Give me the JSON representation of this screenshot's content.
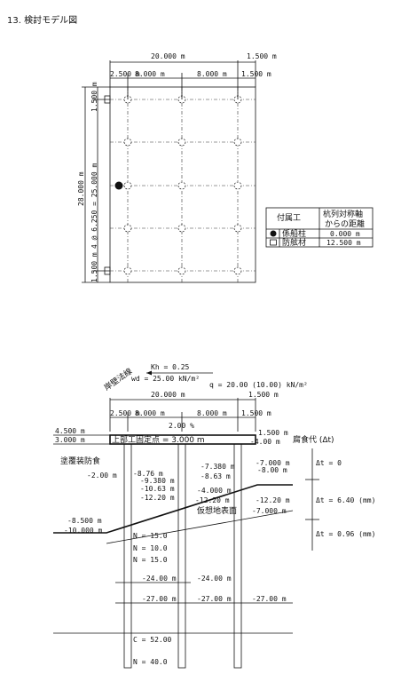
{
  "title": "13. 検討モデル図",
  "plan": {
    "top_dims": [
      "20.000 m",
      "1.500 m"
    ],
    "sub_dims": [
      "2.500 m",
      "8.000 m",
      "8.000 m",
      "1.500 m"
    ],
    "left_dims": [
      "1.500 m",
      "28.000 m",
      "4 @ 6.250 = 25.000 m",
      "1.500 m"
    ],
    "legend": {
      "header": [
        "付属工",
        "杭列対称軸",
        "からの距離"
      ],
      "rows": [
        {
          "name": "係船柱",
          "dist": "0.000 m"
        },
        {
          "name": "防舷材",
          "dist": "12.500 m"
        }
      ]
    }
  },
  "section": {
    "kh": "Kh = 0.25",
    "wd": "wd = 25.00 kN/m²",
    "q": "q = 20.00 (10.00) kN/m²",
    "shoreline": "岸壁法線",
    "top_dims": [
      "20.000 m",
      "1.500 m"
    ],
    "sub_dims": [
      "2.500 m",
      "8.000 m",
      "8.000 m",
      "1.500 m"
    ],
    "slope": "2.00 %",
    "left_levels": [
      "4.500 m",
      "3.000 m"
    ],
    "deck_label": "上部工固定点 = 3.000 m",
    "right_top": [
      "1.500 m",
      "-4.00 m"
    ],
    "corrosion_title": "腐食代 (Δt)",
    "coating": "塗覆装防食",
    "corrosion": [
      "Δt = 0",
      "Δt = 6.40 (mm)",
      "Δt = 0.96 (mm)"
    ],
    "levels": [
      "-2.00 m",
      "-8.76 m",
      "-9.380 m",
      "-7.380 m",
      "-10.63 m",
      "-8.63 m",
      "-12.20 m",
      "-4.000 m",
      "-12.20 m",
      "-7.000 m",
      "-8.00 m",
      "-12.20 m",
      "-7.000 m",
      "-8.500 m",
      "-10.000 m",
      "-24.00 m",
      "-24.00 m",
      "-27.00 m",
      "-27.00 m",
      "-27.00 m"
    ],
    "virtual_ground": "仮想地表面",
    "soil": [
      "N = 15.0",
      "N = 10.0",
      "N = 15.0",
      "C = 52.00",
      "N = 40.0"
    ]
  }
}
